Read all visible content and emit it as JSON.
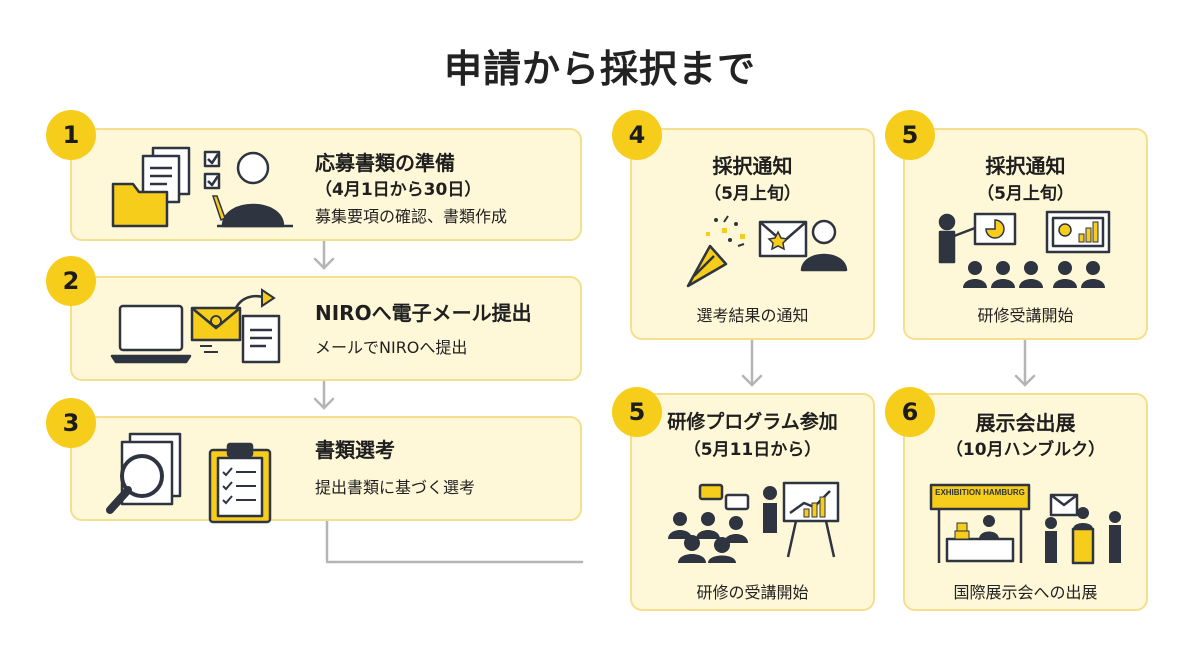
{
  "title": "申請から採択まで",
  "colors": {
    "accent": "#f6cd1b",
    "card_bg": "#fff8d8",
    "card_border": "#f4df8e",
    "arrow": "#b5b5b5",
    "ink": "#2e3440"
  },
  "steps": [
    {
      "number": "1",
      "title": "応募書類の準備",
      "subtitle": "（4月1日から30日）",
      "description": "募集要項の確認、書類作成",
      "icon": "documents-folder-person-writing-icon"
    },
    {
      "number": "2",
      "title": "NIROへ電子メール提出",
      "description": "メールでNIROへ提出",
      "icon": "laptop-email-document-icon"
    },
    {
      "number": "3",
      "title": "書類選考",
      "description": "提出書類に基づく選考",
      "icon": "magnifier-documents-checklist-icon"
    },
    {
      "number": "4",
      "title": "採択通知",
      "subtitle": "（5月上旬）",
      "description": "選考結果の通知",
      "icon": "party-popper-envelope-person-icon"
    },
    {
      "number": "5",
      "title": "採択通知",
      "subtitle": "（5月上旬）",
      "description": "研修受講開始",
      "icon": "presentation-audience-icon"
    },
    {
      "number": "5",
      "title": "研修プログラム参加",
      "subtitle": "（5月11日から）",
      "description": "研修の受講開始",
      "icon": "group-training-chart-icon"
    },
    {
      "number": "6",
      "title": "展示会出展",
      "subtitle": "（10月ハンブルク）",
      "description": "国際展示会への出展",
      "icon": "exhibition-booth-icon",
      "booth_sign": "EXHIBITION HAMBURG"
    }
  ]
}
